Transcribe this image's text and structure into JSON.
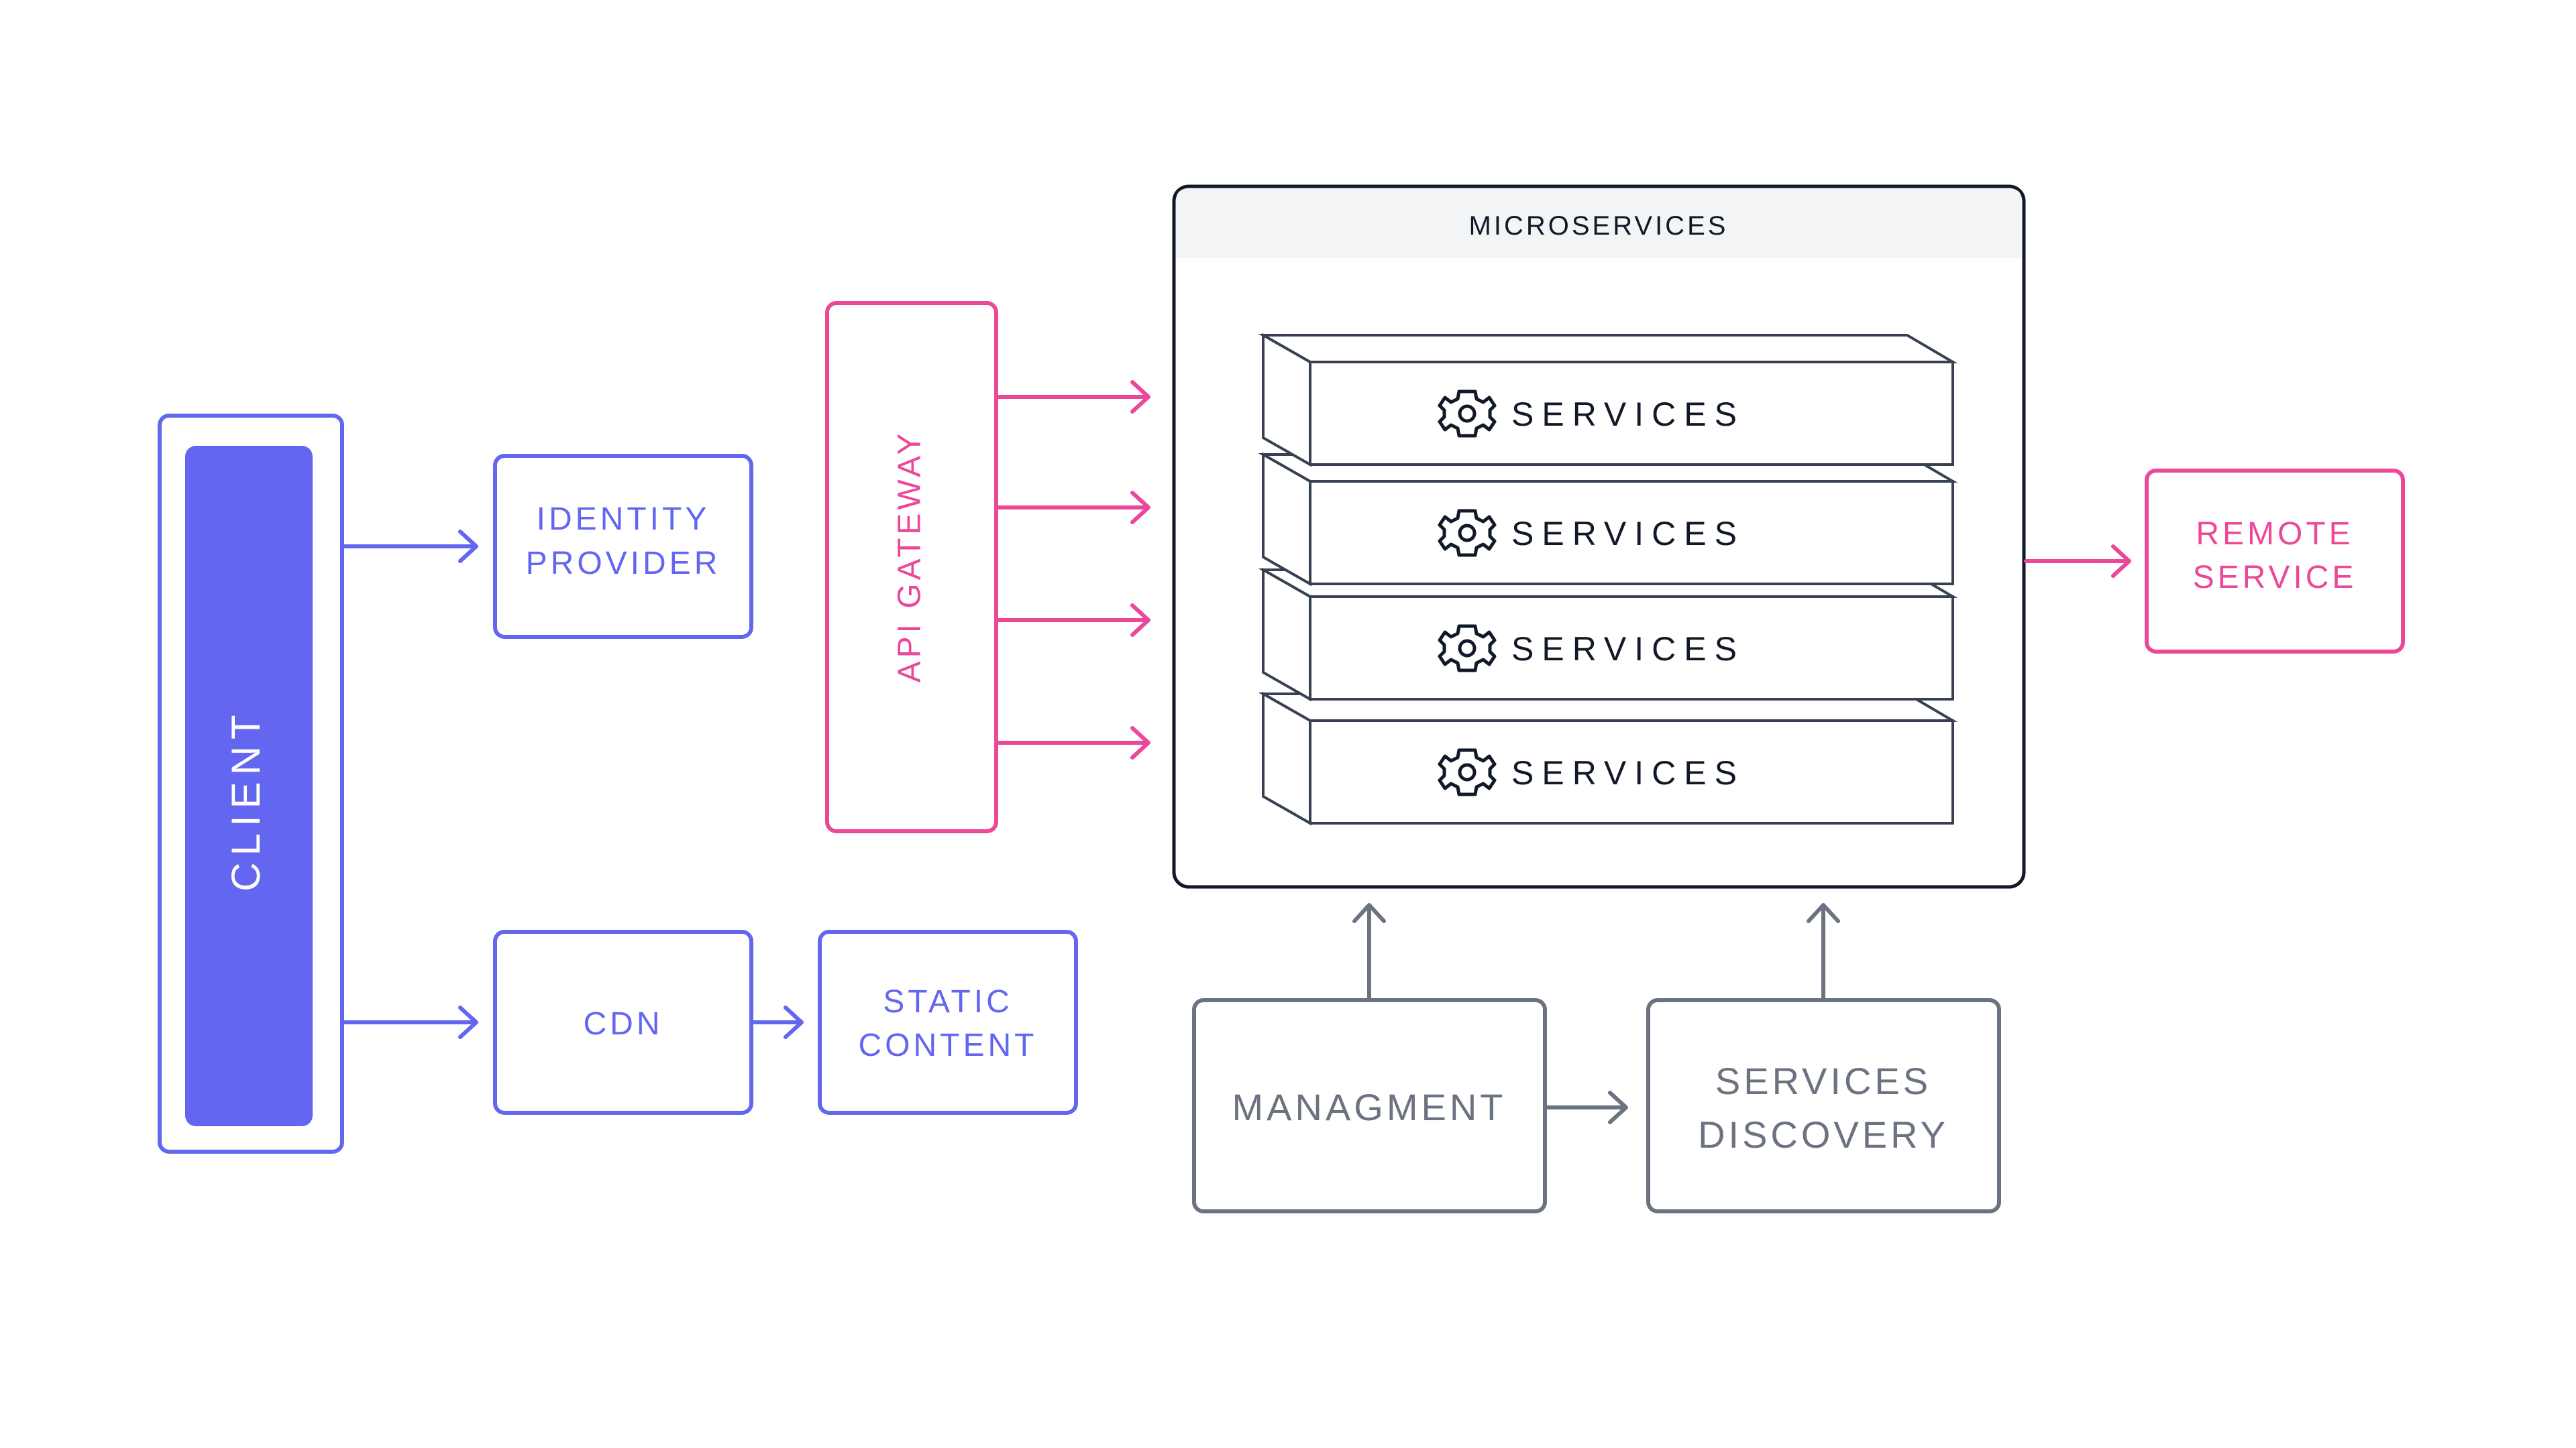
{
  "colors": {
    "indigo": "#6366f1",
    "pink": "#ec4899",
    "gray": "#6b7280",
    "dark": "#111827",
    "header_fill": "#f3f4f6",
    "white": "#ffffff"
  },
  "nodes": {
    "client": {
      "label": "CLIENT"
    },
    "identity_provider": {
      "line1": "IDENTITY",
      "line2": "PROVIDER"
    },
    "cdn": {
      "label": "CDN"
    },
    "static_content": {
      "line1": "STATIC",
      "line2": "CONTENT"
    },
    "api_gateway": {
      "label": "API GATEWAY"
    },
    "microservices": {
      "title": "MICROSERVICES"
    },
    "services": [
      {
        "label": "SERVICES",
        "icon": "gear-icon"
      },
      {
        "label": "SERVICES",
        "icon": "gear-icon"
      },
      {
        "label": "SERVICES",
        "icon": "gear-icon"
      },
      {
        "label": "SERVICES",
        "icon": "gear-icon"
      }
    ],
    "remote_service": {
      "line1": "REMOTE",
      "line2": "SERVICE"
    },
    "management": {
      "label": "MANAGMENT"
    },
    "services_discovery": {
      "line1": "SERVICES",
      "line2": "DISCOVERY"
    }
  },
  "edges": [
    {
      "from": "client",
      "to": "identity_provider"
    },
    {
      "from": "client",
      "to": "cdn"
    },
    {
      "from": "cdn",
      "to": "static_content"
    },
    {
      "from": "api_gateway",
      "to": "microservices"
    },
    {
      "from": "api_gateway",
      "to": "microservices"
    },
    {
      "from": "api_gateway",
      "to": "microservices"
    },
    {
      "from": "api_gateway",
      "to": "microservices"
    },
    {
      "from": "microservices",
      "to": "remote_service"
    },
    {
      "from": "management",
      "to": "microservices"
    },
    {
      "from": "services_discovery",
      "to": "microservices"
    },
    {
      "from": "management",
      "to": "services_discovery"
    }
  ]
}
